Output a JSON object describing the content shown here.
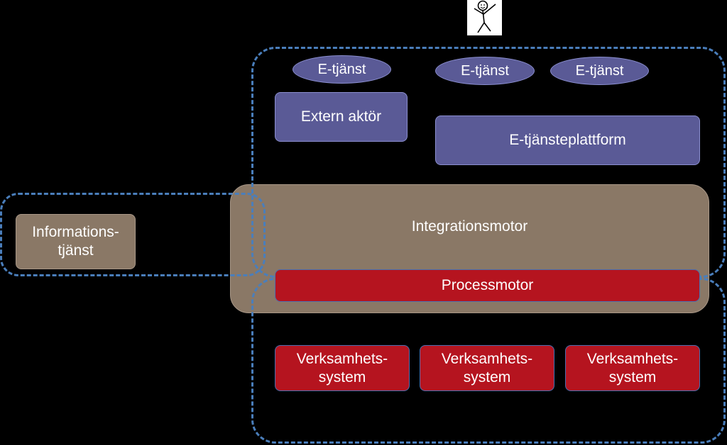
{
  "actor": {
    "icon": "stick-figure-icon"
  },
  "etjanst": [
    {
      "label": "E-tjänst"
    },
    {
      "label": "E-tjänst"
    },
    {
      "label": "E-tjänst"
    }
  ],
  "extern_aktor": {
    "label": "Extern aktör"
  },
  "etjansteplattform": {
    "label": "E-tjänsteplattform"
  },
  "integrationsmotor": {
    "label": "Integrationsmotor"
  },
  "informationstjanst": {
    "line1": "Informations-",
    "line2": "tjänst"
  },
  "processmotor": {
    "label": "Processmotor"
  },
  "verksamhetssystem": [
    {
      "line1": "Verksamhets-",
      "line2": "system"
    },
    {
      "line1": "Verksamhets-",
      "line2": "system"
    },
    {
      "line1": "Verksamhets-",
      "line2": "system"
    }
  ],
  "colors": {
    "background": "#000000",
    "purple_box": "#5a5a96",
    "brown_box": "#8a7866",
    "red_box": "#b5141f",
    "dashed_border": "#4a7ebb"
  }
}
